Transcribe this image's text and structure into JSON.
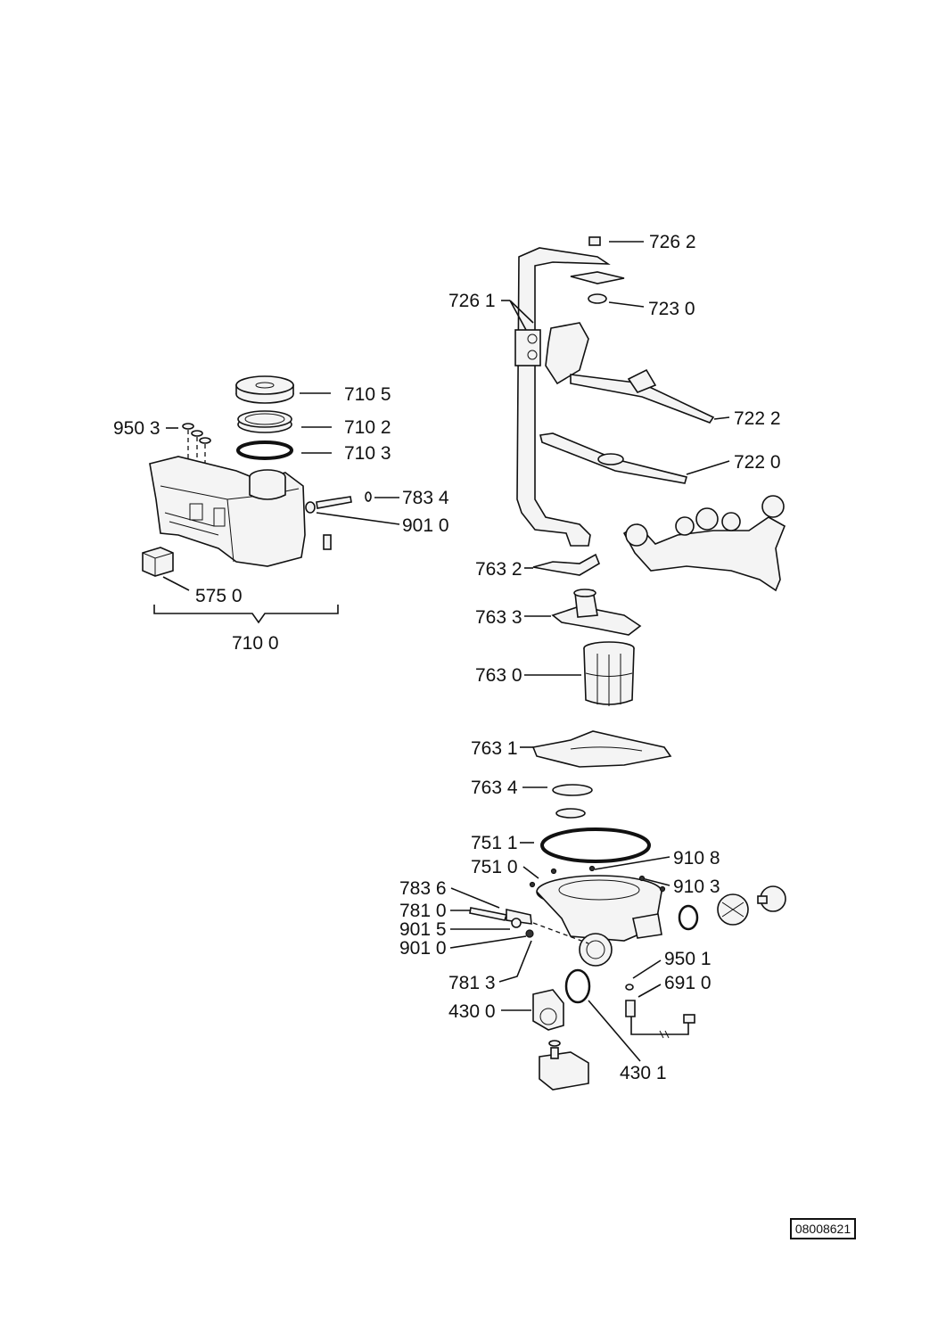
{
  "labels": {
    "l7262": "726 2",
    "l7261": "726 1",
    "l7230": "723 0",
    "l7105": "710 5",
    "l7102": "710 2",
    "l9503": "950 3",
    "l7103": "710 3",
    "l7222": "722 2",
    "l7220": "722 0",
    "l7834": "783 4",
    "l9010a": "901 0",
    "l5750": "575 0",
    "l7100": "710 0",
    "l7632": "763 2",
    "l7633": "763 3",
    "l7630": "763 0",
    "l7631": "763 1",
    "l7634": "763 4",
    "l7511": "751 1",
    "l9108": "910 8",
    "l7510": "751 0",
    "l9103": "910 3",
    "l7836": "783 6",
    "l7810": "781 0",
    "l9015": "901 5",
    "l9010b": "901 0",
    "l9501": "950 1",
    "l7813": "781 3",
    "l6910": "691 0",
    "l4300": "430 0",
    "l4301": "430 1"
  },
  "document_id": "08008621"
}
